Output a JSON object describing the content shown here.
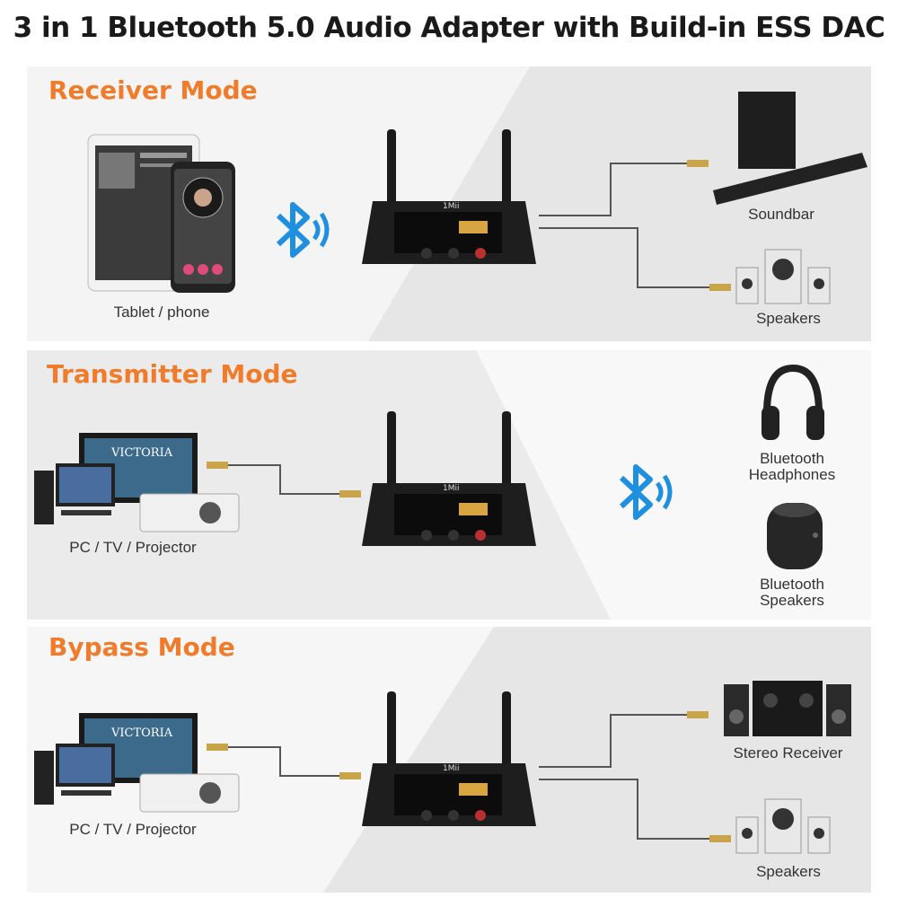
{
  "title": "3 in 1 Bluetooth 5.0 Audio Adapter with Build-in ESS DAC",
  "device": {
    "brand": "1Mii"
  },
  "colors": {
    "accent": "#f07c2b",
    "bluetooth": "#1f8fe0",
    "panel_bg": "#ececec",
    "panel_alt": "#f7f7f7"
  },
  "sections": [
    {
      "mode": "Receiver Mode",
      "source_label": "Tablet / phone",
      "out1_label": "Soundbar",
      "out2_label": "Speakers"
    },
    {
      "mode": "Transmitter Mode",
      "source_label": "PC / TV / Projector",
      "out1_label_line1": "Bluetooth",
      "out1_label_line2": "Headphones",
      "out2_label_line1": "Bluetooth",
      "out2_label_line2": "Speakers"
    },
    {
      "mode": "Bypass Mode",
      "source_label": "PC / TV / Projector",
      "out1_label": "Stereo Receiver",
      "out2_label": "Speakers"
    }
  ],
  "screen_text": "VICTORIA"
}
